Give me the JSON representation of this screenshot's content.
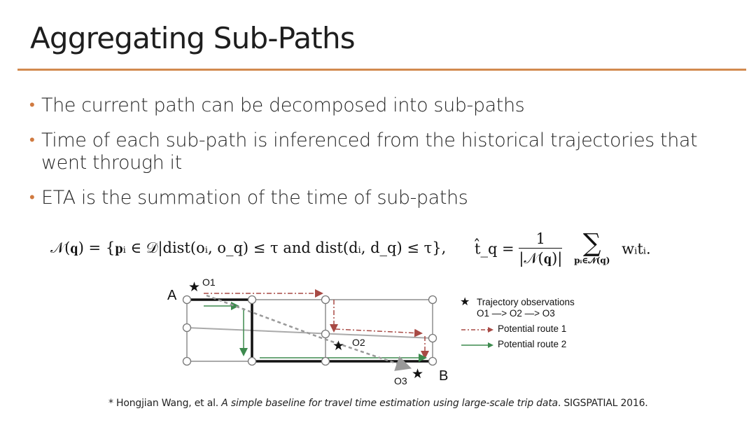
{
  "slide": {
    "title": "Aggregating Sub-Paths",
    "bullets": [
      "The current path can be decomposed into sub-paths",
      "Time of each sub-path is inferenced from the historical trajectories that went through it",
      "ETA is the summation of the time of sub-paths"
    ],
    "bullet_marker": "•",
    "accent_color": "#d28a4f"
  },
  "formula": {
    "neighbors": "𝒩(𝐪) = {𝐩ᵢ ∈ 𝒟|dist(oᵢ, o_q) ≤ τ and dist(dᵢ, d_q) ≤ τ},",
    "estimate_lhs": "t̂_q =",
    "estimate_numerator": "1",
    "estimate_denominator": "|𝒩(𝐪)|",
    "estimate_sum": "∑",
    "estimate_sum_sub": "𝐩ᵢ∈𝒩(𝐪)",
    "estimate_term": "wᵢtᵢ."
  },
  "figure": {
    "point_a": "A",
    "point_b": "B",
    "obs_1": "O1",
    "obs_2": "O2",
    "obs_3": "O3",
    "legend_observations": "Trajectory observations",
    "legend_sequence": "O1 —> O2 —> O3",
    "legend_route1": "Potential route 1",
    "legend_route2": "Potential route 2",
    "route1_color": "#a84a45",
    "route2_color": "#3d8a4e"
  },
  "citation": {
    "prefix": "* Hongjian Wang, et al. ",
    "paper": "A simple baseline for travel time estimation using large-scale trip data",
    "suffix": ". SIGSPATIAL 2016."
  }
}
